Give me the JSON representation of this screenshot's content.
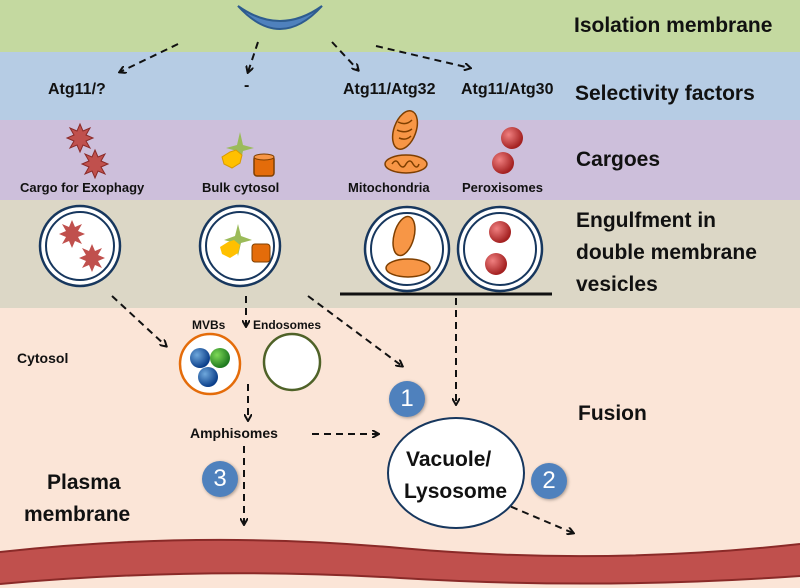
{
  "bands": {
    "isolation": "Isolation membrane",
    "selectivity": "Selectivity factors",
    "cargoes": "Cargoes",
    "engulfment": [
      "Engulfment in",
      "double membrane",
      "vesicles"
    ],
    "fusion": "Fusion"
  },
  "selectivity_labels": [
    "Atg11/?",
    "-",
    "Atg11/Atg32",
    "Atg11/Atg30"
  ],
  "cargo_labels": [
    "Cargo for Exophagy",
    "Bulk cytosol",
    "Mitochondria",
    "Peroxisomes"
  ],
  "cytosol": {
    "cytosol": "Cytosol",
    "mvbs": "MVBs",
    "endosomes": "Endosomes",
    "amphisomes": "Amphisomes",
    "vacuole": [
      "Vacuole/",
      "Lysosome"
    ],
    "plasma": [
      "Plasma",
      "membrane"
    ]
  },
  "badges": [
    "1",
    "2",
    "3"
  ],
  "colors": {
    "isolation_band": "#c4d9a0",
    "selectivity_band": "#b6cce4",
    "cargoes_band": "#cdbfdb",
    "engulfment_band": "#dcd7c6",
    "cytosol_band": "#fbe5d7",
    "membrane": "#c0504d",
    "badge": "#4f81bd"
  }
}
